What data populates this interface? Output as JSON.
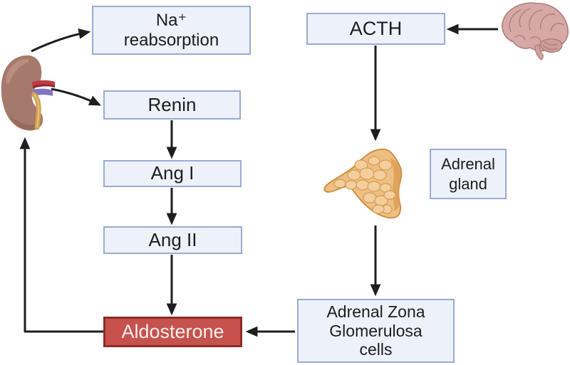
{
  "diagram": {
    "colors": {
      "background": "#ffffff",
      "box_fill": "#edf2fa",
      "box_border": "#9aaad2",
      "box_text": "#1d1d1d",
      "aldosterone_fill": "#c6524e",
      "aldosterone_border": "#8e2a28",
      "aldosterone_text": "#f7efee",
      "arrow": "#1e1e1e",
      "kidney": "#a5796c",
      "brain": "#d7a9a6",
      "adrenal_gland": "#eebf82"
    },
    "nodes": {
      "na_reabsorption": {
        "lines": [
          "Na⁺",
          "reabsorption"
        ]
      },
      "renin": {
        "lines": [
          "Renin"
        ]
      },
      "ang_i": {
        "lines": [
          "Ang I"
        ]
      },
      "ang_ii": {
        "lines": [
          "Ang II"
        ]
      },
      "aldosterone": {
        "lines": [
          "Aldosterone"
        ]
      },
      "acth": {
        "lines": [
          "ACTH"
        ]
      },
      "adrenal_gland_label": {
        "lines": [
          "Adrenal",
          "gland"
        ]
      },
      "azg_cells": {
        "lines": [
          "Adrenal Zona",
          "Glomerulosa",
          "cells"
        ]
      }
    },
    "icons": {
      "kidney": "kidney-icon",
      "brain": "brain-icon",
      "adrenal_gland": "adrenal-gland-icon"
    },
    "edges": [
      {
        "from": "kidney",
        "to": "na_reabsorption"
      },
      {
        "from": "kidney",
        "to": "renin"
      },
      {
        "from": "renin",
        "to": "ang_i"
      },
      {
        "from": "ang_i",
        "to": "ang_ii"
      },
      {
        "from": "ang_ii",
        "to": "aldosterone"
      },
      {
        "from": "brain",
        "to": "acth"
      },
      {
        "from": "acth",
        "to": "adrenal_gland"
      },
      {
        "from": "adrenal_gland",
        "to": "azg_cells"
      },
      {
        "from": "azg_cells",
        "to": "aldosterone"
      },
      {
        "from": "aldosterone",
        "to": "kidney"
      }
    ]
  }
}
